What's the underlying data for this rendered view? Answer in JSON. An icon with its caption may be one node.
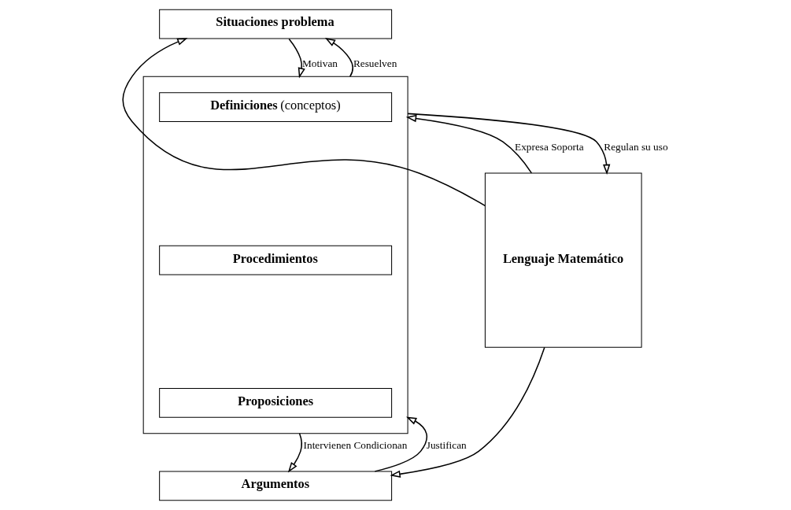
{
  "diagram": {
    "nodes": [
      {
        "text": [
          "Lenguaje Matemático"
        ]
      },
      {
        "text": [
          "Situaciones problema"
        ]
      },
      {
        "text": [],
        "shape": "box"
      },
      {
        "text": [
          "**Definiciones** (conceptos)"
        ],
        "in": 2
      },
      {
        "text": [
          "Procedimientos"
        ],
        "in": 2
      },
      {
        "text": [
          "Proposiciones"
        ],
        "in": 2
      },
      {
        "text": [
          "Argumentos"
        ]
      }
    ],
    "edges": [
      {
        "from": 0,
        "to": 1,
        "arrow": "to"
      },
      {
        "from": 0,
        "to": 2,
        "arrow": "to",
        "label": "Expresa Soporta"
      },
      {
        "from": 2,
        "to": 0,
        "arrow": "to",
        "label": "Regulan su uso"
      },
      {
        "from": 1,
        "to": 2,
        "arrow": "to",
        "label": "Motivan"
      },
      {
        "from": 2,
        "to": 1,
        "arrow": "to",
        "label": "Resuelven"
      },
      {
        "from": 2,
        "to": 6,
        "arrow": "to",
        "label": "Intervienen Condicionan"
      },
      {
        "from": 6,
        "to": 2,
        "arrow": "to",
        "label": "Justifican"
      },
      {
        "from": 0,
        "to": 6,
        "arrow": "to"
      }
    ]
  }
}
